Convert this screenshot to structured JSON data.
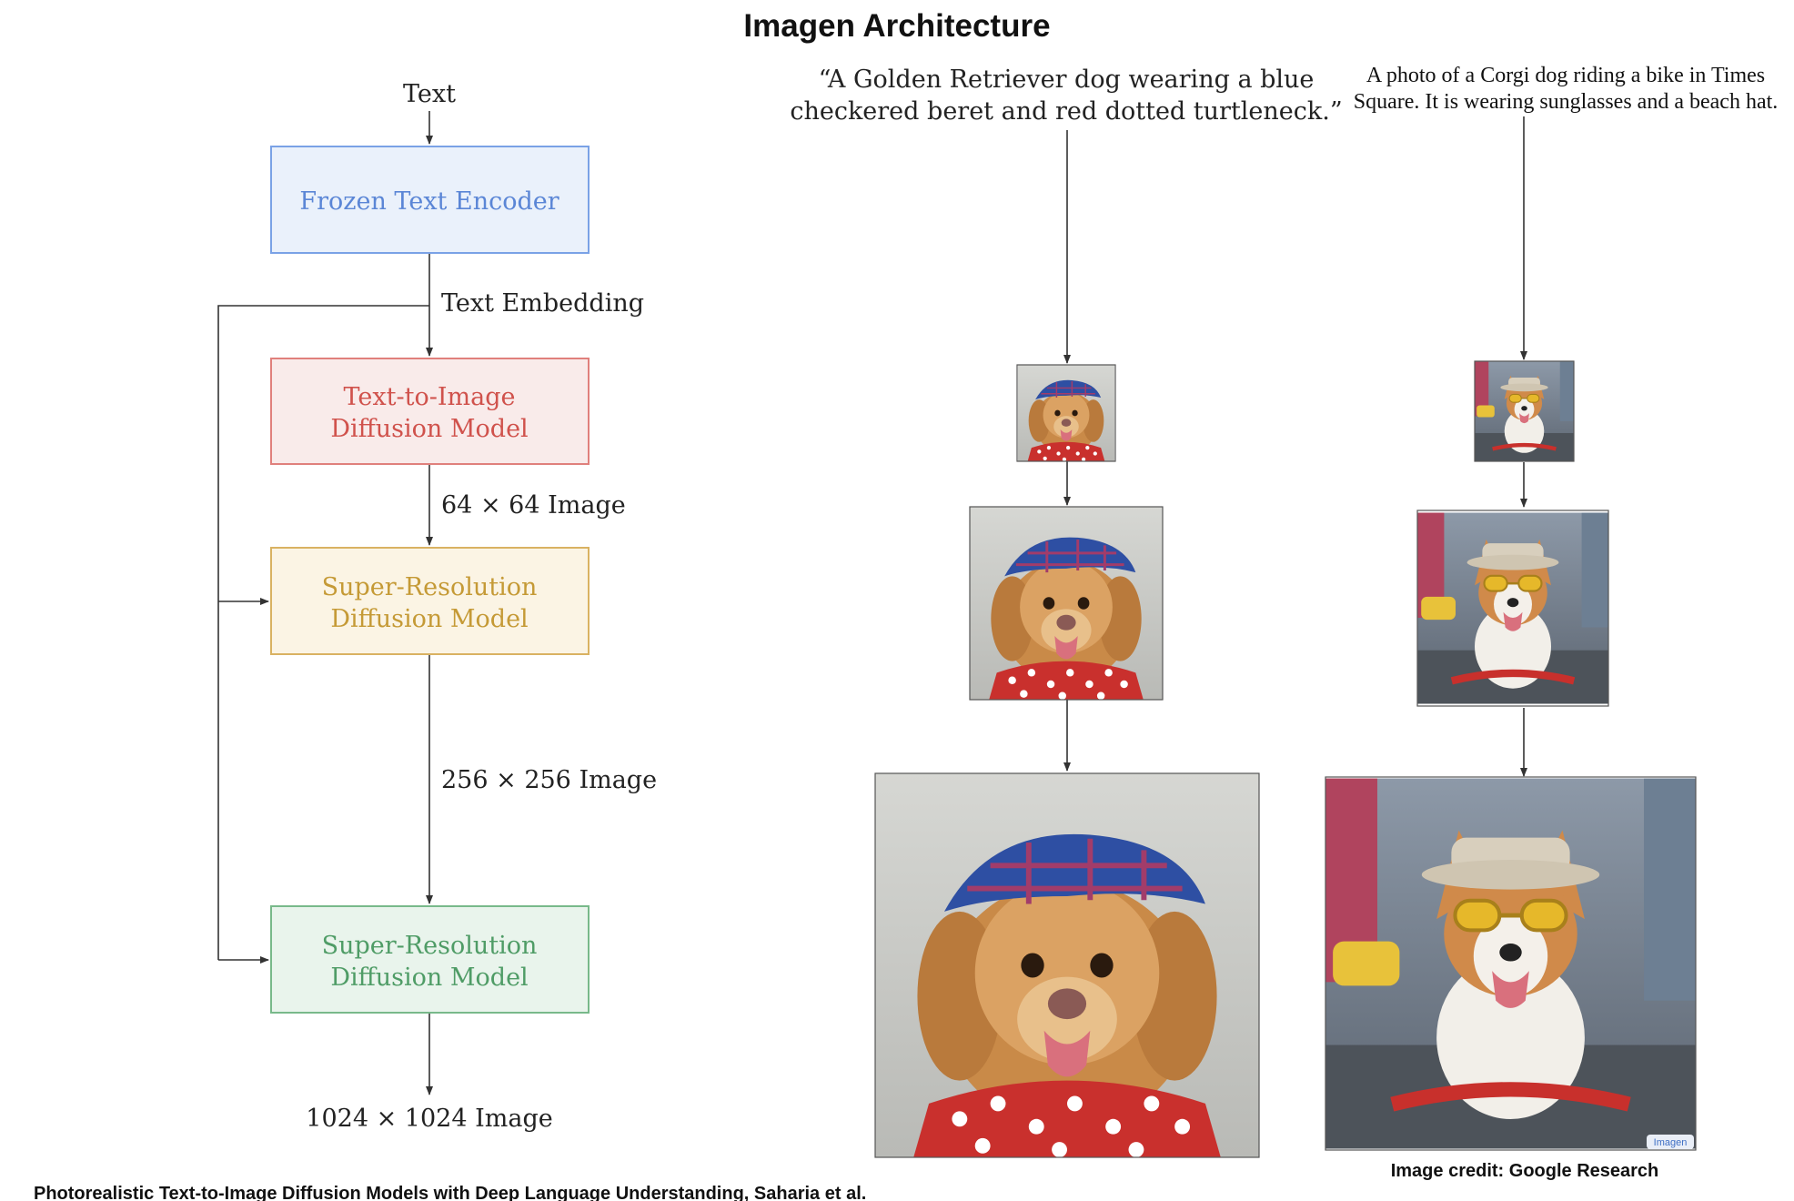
{
  "title": "Imagen Architecture",
  "pipeline": {
    "input_label": "Text",
    "boxes": [
      {
        "lines": [
          "Frozen Text Encoder"
        ],
        "fill": "#eaf1fb",
        "stroke": "#7aa2e6",
        "text": "#5b86d6"
      },
      {
        "lines": [
          "Text-to-Image",
          "Diffusion Model"
        ],
        "fill": "#f9ebea",
        "stroke": "#e0807c",
        "text": "#d0524c"
      },
      {
        "lines": [
          "Super-Resolution",
          "Diffusion Model"
        ],
        "fill": "#fbf4e4",
        "stroke": "#d9b262",
        "text": "#c59a36"
      },
      {
        "lines": [
          "Super-Resolution",
          "Diffusion Model"
        ],
        "fill": "#e9f4ec",
        "stroke": "#78b98a",
        "text": "#4f9c66"
      }
    ],
    "edge_labels": [
      "Text Embedding",
      "64 × 64 Image",
      "256 × 256 Image"
    ],
    "output_label": "1024 × 1024 Image"
  },
  "examples": [
    {
      "prompt_lines": [
        "“A Golden Retriever dog wearing a blue",
        "checkered beret and red dotted turtleneck.”"
      ],
      "subject": "golden-retriever",
      "images": [
        "small",
        "medium",
        "large"
      ]
    },
    {
      "prompt_lines": [
        "A photo of a Corgi dog riding a bike in Times",
        "Square. It is wearing sunglasses and a beach hat."
      ],
      "subject": "corgi",
      "watermark": "Imagen",
      "images": [
        "small",
        "medium",
        "large"
      ]
    }
  ],
  "image_credit": "Image credit: Google Research",
  "citation": "Photorealistic Text-to-Image Diffusion Models with Deep Language Understanding, Saharia et al."
}
